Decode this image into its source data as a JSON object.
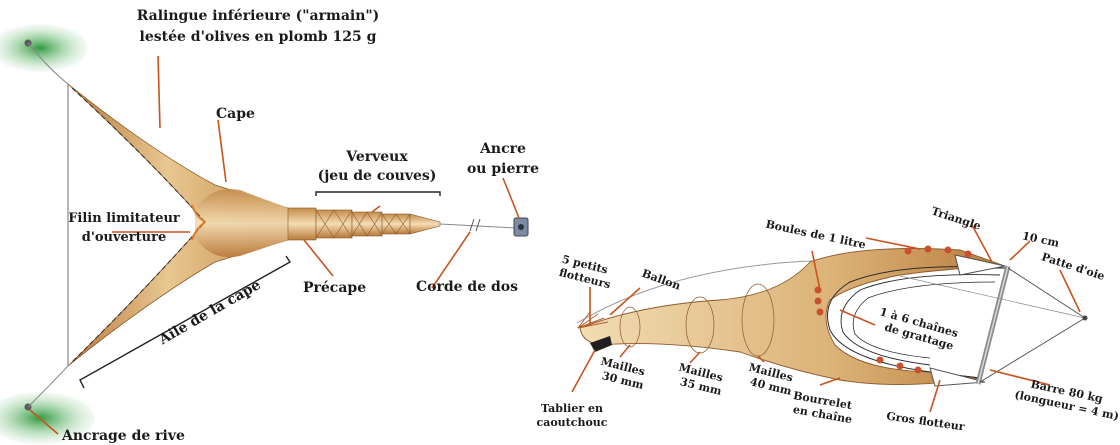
{
  "left_diagram": {
    "ralingue_line1": "Ralingue inférieure (\"armain\")",
    "ralingue_line2": "lestée d'olives en plomb 125 g",
    "cape": "Cape",
    "verveux_line1": "Verveux",
    "verveux_line2": "(jeu de couves)",
    "ancre_line1": "Ancre",
    "ancre_line2": "ou pierre",
    "filin_line1": "Filin limitateur",
    "filin_line2": "d'ouverture",
    "precape": "Précape",
    "corde_de_dos": "Corde de dos",
    "aile_de_la_cape": "Aile de la cape",
    "ancrage_de_rive": "Ancrage de rive"
  },
  "right_diagram": {
    "triangle": "Triangle",
    "boules": "Boules de 1 litre",
    "dix_cm": "10 cm",
    "patte_doie": "Patte d'oie",
    "petits_flotteurs_line1": "5 petits",
    "petits_flotteurs_line2": "flotteurs",
    "ballon": "Ballon",
    "chaines_line1": "1 à 6 chaînes",
    "chaines_line2": "de grattage",
    "mailles30_line1": "Mailles",
    "mailles30_line2": "30 mm",
    "mailles35_line1": "Mailles",
    "mailles35_line2": "35 mm",
    "mailles40_line1": "Mailles",
    "mailles40_line2": "40 mm",
    "barre_line1": "Barre 80 kg",
    "barre_line2": "(longueur = 4 m)",
    "tablier_line1": "Tablier en",
    "tablier_line2": "caoutchouc",
    "bourrelet_line1": "Bourrelet",
    "bourrelet_line2": "en chaîne",
    "gros_flotteur": "Gros flotteur"
  },
  "colors": {
    "net_dark": "#b8783a",
    "net_light": "#f3dcb0",
    "shore_green": "#2f9a3e",
    "pointer": "#c8541d",
    "float": "#c9502a"
  }
}
